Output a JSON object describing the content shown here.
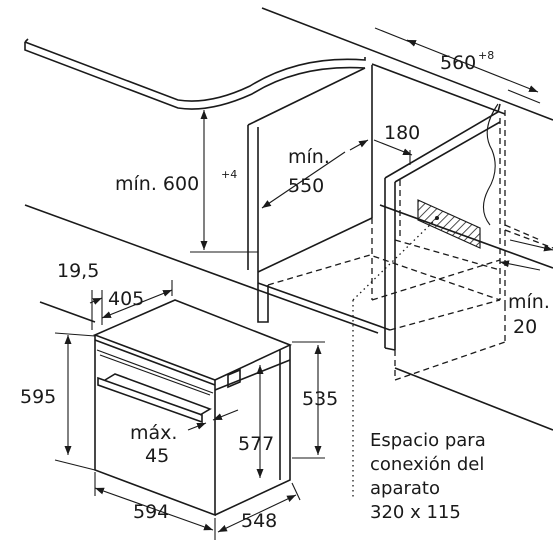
{
  "labels": {
    "niche_width": "560",
    "niche_width_tol": "+8",
    "cabinet_height": "mín. 600",
    "cabinet_height_tol": "+4",
    "niche_depth_line1": "mín.",
    "niche_depth_line2": "550",
    "vent_gap": "180",
    "rear_gap_line1": "mín.",
    "rear_gap_line2": "20",
    "front_offset": "19,5",
    "front_depth": "405",
    "oven_height": "595",
    "body_height": "535",
    "handle_line1": "máx.",
    "handle_line2": "45",
    "inner_height": "577",
    "oven_width": "594",
    "oven_depth": "548"
  },
  "note": {
    "line1": "Espacio para",
    "line2": "conexión del",
    "line3": "aparato",
    "line4": "320 x 115"
  }
}
